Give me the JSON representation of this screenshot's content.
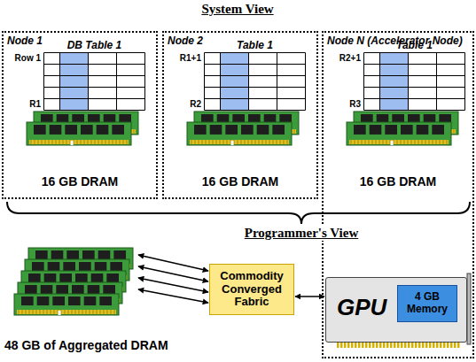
{
  "diagram": {
    "nodes": [
      {
        "text": [
          "Node 1",
          "16 GB DRAM"
        ]
      },
      {
        "text": [
          "DB Table 1"
        ],
        "in": 0
      },
      {
        "text": [
          "Node 2",
          "16 GB DRAM"
        ]
      },
      {
        "text": [
          "Table 1"
        ],
        "in": 2
      },
      {
        "text": [
          "Node N (Accelerator Node)",
          "16 GB DRAM"
        ]
      },
      {
        "text": [
          "Table 1"
        ],
        "in": 4
      },
      {
        "text": [
          "48 GB of Aggregated DRAM"
        ]
      },
      {
        "text": [
          "Commodity Converged Fabric"
        ]
      },
      {
        "text": [
          "GPU"
        ],
        "in": 4
      },
      {
        "text": [
          "4 GB Memory"
        ],
        "in": 8
      }
    ],
    "edges": [
      {
        "from": 6,
        "to": 7,
        "arrow": "both"
      },
      {
        "from": 6,
        "to": 7,
        "arrow": "both"
      },
      {
        "from": 6,
        "to": 7,
        "arrow": "both"
      },
      {
        "from": 6,
        "to": 7,
        "arrow": "both"
      },
      {
        "from": 7,
        "to": 8,
        "arrow": "both"
      }
    ],
    "labels": [
      "System View",
      "Programmer's View",
      "Row 1",
      "R1",
      "R1+1",
      "R2",
      "R2+1",
      "R3"
    ]
  }
}
